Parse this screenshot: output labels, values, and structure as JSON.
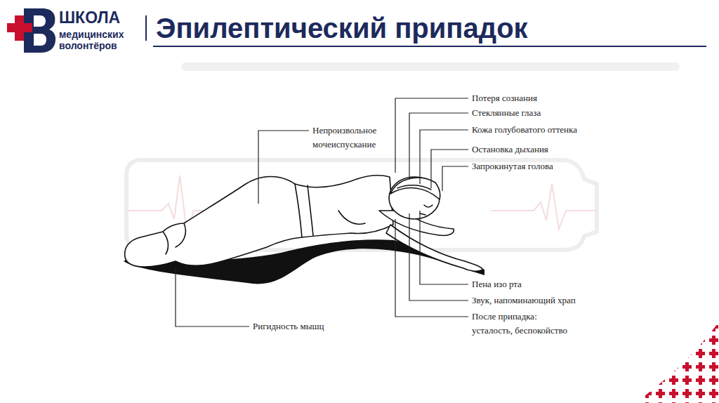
{
  "diagram": {
    "title": "Эпилептический припадок",
    "labels": [
      "ШКОЛА",
      "медицинских",
      "волонтёров",
      "Непроизвольное мочеиспускание",
      "Потеря сознания",
      "Стеклянные глаза",
      "Кожа голубоватого оттенка",
      "Остановка дыхания",
      "Запрокинутая голова",
      "Пена изо рта",
      "Звук, напоминающий храп",
      "После припадка: усталость, беспокойство",
      "Ригидность мышц"
    ]
  }
}
